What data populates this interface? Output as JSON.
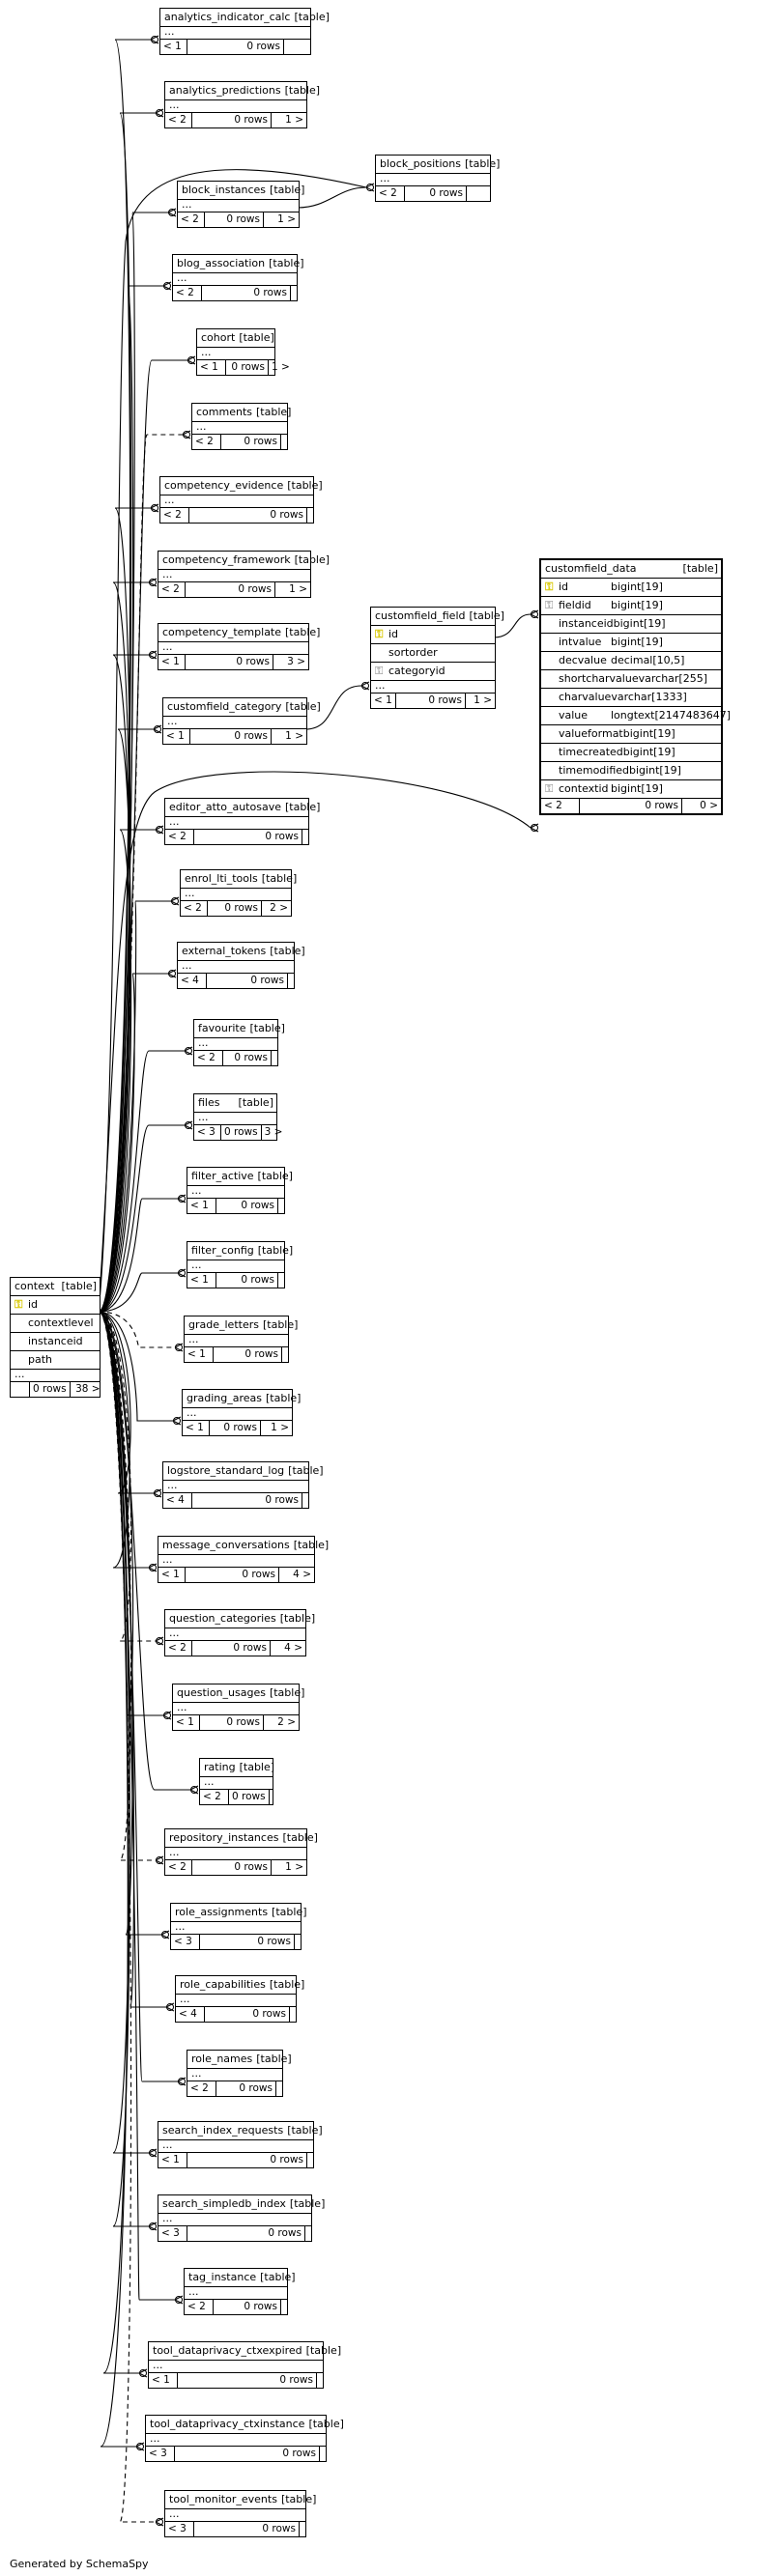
{
  "focus": {
    "name": "context",
    "kind": "[table]",
    "columns": [
      {
        "key": "pk",
        "name": "id"
      },
      {
        "key": "",
        "name": "contextlevel"
      },
      {
        "key": "",
        "name": "instanceid"
      },
      {
        "key": "",
        "name": "path"
      }
    ],
    "ellipsis": "...",
    "parents": "",
    "rows": "0 rows",
    "children": "38 >"
  },
  "referencers": [
    {
      "name": "analytics_indicator_calc",
      "kind": "[table]",
      "ellipsis": "...",
      "parents": "< 1",
      "rows": "0 rows",
      "children": ""
    },
    {
      "name": "analytics_predictions",
      "kind": "[table]",
      "ellipsis": "...",
      "parents": "< 2",
      "rows": "0 rows",
      "children": "1 >"
    },
    {
      "name": "block_instances",
      "kind": "[table]",
      "ellipsis": "...",
      "parents": "< 2",
      "rows": "0 rows",
      "children": "1 >"
    },
    {
      "name": "blog_association",
      "kind": "[table]",
      "ellipsis": "...",
      "parents": "< 2",
      "rows": "0 rows",
      "children": ""
    },
    {
      "name": "cohort",
      "kind": "[table]",
      "ellipsis": "...",
      "parents": "< 1",
      "rows": "0 rows",
      "children": "1 >"
    },
    {
      "name": "comments",
      "kind": "[table]",
      "ellipsis": "...",
      "parents": "< 2",
      "rows": "0 rows",
      "children": ""
    },
    {
      "name": "competency_evidence",
      "kind": "[table]",
      "ellipsis": "...",
      "parents": "< 2",
      "rows": "0 rows",
      "children": ""
    },
    {
      "name": "competency_framework",
      "kind": "[table]",
      "ellipsis": "...",
      "parents": "< 2",
      "rows": "0 rows",
      "children": "1 >"
    },
    {
      "name": "competency_template",
      "kind": "[table]",
      "ellipsis": "...",
      "parents": "< 1",
      "rows": "0 rows",
      "children": "3 >"
    },
    {
      "name": "customfield_category",
      "kind": "[table]",
      "ellipsis": "...",
      "parents": "< 1",
      "rows": "0 rows",
      "children": "1 >"
    },
    {
      "name": "editor_atto_autosave",
      "kind": "[table]",
      "ellipsis": "...",
      "parents": "< 2",
      "rows": "0 rows",
      "children": ""
    },
    {
      "name": "enrol_lti_tools",
      "kind": "[table]",
      "ellipsis": "...",
      "parents": "< 2",
      "rows": "0 rows",
      "children": "2 >"
    },
    {
      "name": "external_tokens",
      "kind": "[table]",
      "ellipsis": "...",
      "parents": "< 4",
      "rows": "0 rows",
      "children": ""
    },
    {
      "name": "favourite",
      "kind": "[table]",
      "ellipsis": "...",
      "parents": "< 2",
      "rows": "0 rows",
      "children": ""
    },
    {
      "name": "files",
      "kind": "[table]",
      "ellipsis": "...",
      "parents": "< 3",
      "rows": "0 rows",
      "children": "3 >"
    },
    {
      "name": "filter_active",
      "kind": "[table]",
      "ellipsis": "...",
      "parents": "< 1",
      "rows": "0 rows",
      "children": ""
    },
    {
      "name": "filter_config",
      "kind": "[table]",
      "ellipsis": "...",
      "parents": "< 1",
      "rows": "0 rows",
      "children": ""
    },
    {
      "name": "grade_letters",
      "kind": "[table]",
      "ellipsis": "...",
      "parents": "< 1",
      "rows": "0 rows",
      "children": ""
    },
    {
      "name": "grading_areas",
      "kind": "[table]",
      "ellipsis": "...",
      "parents": "< 1",
      "rows": "0 rows",
      "children": "1 >"
    },
    {
      "name": "logstore_standard_log",
      "kind": "[table]",
      "ellipsis": "...",
      "parents": "< 4",
      "rows": "0 rows",
      "children": ""
    },
    {
      "name": "message_conversations",
      "kind": "[table]",
      "ellipsis": "...",
      "parents": "< 1",
      "rows": "0 rows",
      "children": "4 >"
    },
    {
      "name": "question_categories",
      "kind": "[table]",
      "ellipsis": "...",
      "parents": "< 2",
      "rows": "0 rows",
      "children": "4 >"
    },
    {
      "name": "question_usages",
      "kind": "[table]",
      "ellipsis": "...",
      "parents": "< 1",
      "rows": "0 rows",
      "children": "2 >"
    },
    {
      "name": "rating",
      "kind": "[table]",
      "ellipsis": "...",
      "parents": "< 2",
      "rows": "0 rows",
      "children": ""
    },
    {
      "name": "repository_instances",
      "kind": "[table]",
      "ellipsis": "...",
      "parents": "< 2",
      "rows": "0 rows",
      "children": "1 >"
    },
    {
      "name": "role_assignments",
      "kind": "[table]",
      "ellipsis": "...",
      "parents": "< 3",
      "rows": "0 rows",
      "children": ""
    },
    {
      "name": "role_capabilities",
      "kind": "[table]",
      "ellipsis": "...",
      "parents": "< 4",
      "rows": "0 rows",
      "children": ""
    },
    {
      "name": "role_names",
      "kind": "[table]",
      "ellipsis": "...",
      "parents": "< 2",
      "rows": "0 rows",
      "children": ""
    },
    {
      "name": "search_index_requests",
      "kind": "[table]",
      "ellipsis": "...",
      "parents": "< 1",
      "rows": "0 rows",
      "children": ""
    },
    {
      "name": "search_simpledb_index",
      "kind": "[table]",
      "ellipsis": "...",
      "parents": "< 3",
      "rows": "0 rows",
      "children": ""
    },
    {
      "name": "tag_instance",
      "kind": "[table]",
      "ellipsis": "...",
      "parents": "< 2",
      "rows": "0 rows",
      "children": ""
    },
    {
      "name": "tool_dataprivacy_ctxexpired",
      "kind": "[table]",
      "ellipsis": "...",
      "parents": "< 1",
      "rows": "0 rows",
      "children": ""
    },
    {
      "name": "tool_dataprivacy_ctxinstance",
      "kind": "[table]",
      "ellipsis": "...",
      "parents": "< 3",
      "rows": "0 rows",
      "children": ""
    },
    {
      "name": "tool_monitor_events",
      "kind": "[table]",
      "ellipsis": "...",
      "parents": "< 3",
      "rows": "0 rows",
      "children": ""
    }
  ],
  "block_positions": {
    "name": "block_positions",
    "kind": "[table]",
    "ellipsis": "...",
    "parents": "< 2",
    "rows": "0 rows",
    "children": ""
  },
  "customfield_field": {
    "name": "customfield_field",
    "kind": "[table]",
    "columns": [
      {
        "key": "pk",
        "name": "id"
      },
      {
        "key": "",
        "name": "sortorder"
      },
      {
        "key": "fk",
        "name": "categoryid"
      }
    ],
    "ellipsis": "...",
    "parents": "< 1",
    "rows": "0 rows",
    "children": "1 >"
  },
  "customfield_data": {
    "name": "customfield_data",
    "kind": "[table]",
    "columns": [
      {
        "key": "pk",
        "name": "id",
        "type": "bigint[19]"
      },
      {
        "key": "fk",
        "name": "fieldid",
        "type": "bigint[19]"
      },
      {
        "key": "",
        "name": "instanceid",
        "type": "bigint[19]"
      },
      {
        "key": "",
        "name": "intvalue",
        "type": "bigint[19]"
      },
      {
        "key": "",
        "name": "decvalue",
        "type": "decimal[10,5]"
      },
      {
        "key": "",
        "name": "shortcharvalue",
        "type": "varchar[255]"
      },
      {
        "key": "",
        "name": "charvalue",
        "type": "varchar[1333]"
      },
      {
        "key": "",
        "name": "value",
        "type": "longtext[2147483647]"
      },
      {
        "key": "",
        "name": "valueformat",
        "type": "bigint[19]"
      },
      {
        "key": "",
        "name": "timecreated",
        "type": "bigint[19]"
      },
      {
        "key": "",
        "name": "timemodified",
        "type": "bigint[19]"
      },
      {
        "key": "fk",
        "name": "contextid",
        "type": "bigint[19]"
      }
    ],
    "parents": "< 2",
    "rows": "0 rows",
    "children": "0 >"
  },
  "icons": {
    "pk": "key-icon",
    "fk": "foreign-key-icon"
  },
  "footer": "Generated by SchemaSpy"
}
